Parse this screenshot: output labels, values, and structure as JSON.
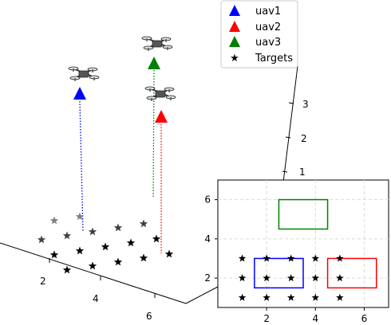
{
  "chart_data": [
    {
      "type": "scatter",
      "projection": "3d",
      "legend_placement": "top-center",
      "series": [
        {
          "name": "uav1",
          "marker": "triangle",
          "color": "#0000ff",
          "points": [
            [
              3,
              2,
              3.3
            ]
          ]
        },
        {
          "name": "uav2",
          "marker": "triangle",
          "color": "#ff0000",
          "points": [
            [
              5,
              2,
              3.3
            ]
          ]
        },
        {
          "name": "uav3",
          "marker": "triangle",
          "color": "#008000",
          "points": [
            [
              3.8,
              5.5,
              3.3
            ]
          ]
        },
        {
          "name": "Targets",
          "marker": "star",
          "color": "#000000",
          "points": [
            [
              1,
              1,
              0
            ],
            [
              2,
              1,
              0
            ],
            [
              3,
              1,
              0
            ],
            [
              4,
              1,
              0
            ],
            [
              5,
              1,
              0
            ],
            [
              1,
              2,
              0
            ],
            [
              2,
              2,
              0
            ],
            [
              3,
              2,
              0
            ],
            [
              4,
              2,
              0
            ],
            [
              5,
              2,
              0
            ],
            [
              1,
              3,
              0
            ],
            [
              2,
              3,
              0
            ],
            [
              3,
              3,
              0
            ],
            [
              4,
              3,
              0
            ],
            [
              5,
              3,
              0
            ],
            [
              2,
              4,
              0
            ],
            [
              3,
              4,
              0
            ]
          ]
        }
      ],
      "x_ticks": [
        "2",
        "4",
        "6"
      ],
      "z_ticks": [
        "1",
        "2",
        "3"
      ],
      "icons": [
        "drone-icon"
      ]
    },
    {
      "type": "scatter",
      "view": "top-down inset",
      "xlim": [
        0,
        7
      ],
      "ylim": [
        0.5,
        7
      ],
      "x_ticks": [
        "2",
        "4",
        "6"
      ],
      "y_ticks": [
        "2",
        "4",
        "6"
      ],
      "grid": true,
      "targets": [
        [
          1,
          1
        ],
        [
          2,
          1
        ],
        [
          3,
          1
        ],
        [
          4,
          1
        ],
        [
          5,
          1
        ],
        [
          1,
          2
        ],
        [
          2,
          2
        ],
        [
          3,
          2
        ],
        [
          4,
          2
        ],
        [
          5,
          2
        ],
        [
          1,
          3
        ],
        [
          2,
          3
        ],
        [
          3,
          3
        ],
        [
          4,
          3
        ],
        [
          5,
          3
        ]
      ],
      "regions": [
        {
          "name": "uav1",
          "color": "#0000ff",
          "x0": 1.5,
          "x1": 3.5,
          "y0": 1.5,
          "y1": 3.0
        },
        {
          "name": "uav2",
          "color": "#ff0000",
          "x0": 4.5,
          "x1": 6.5,
          "y0": 1.5,
          "y1": 3.0
        },
        {
          "name": "uav3",
          "color": "#008000",
          "x0": 2.5,
          "x1": 4.5,
          "y0": 4.5,
          "y1": 6.0
        }
      ]
    }
  ]
}
